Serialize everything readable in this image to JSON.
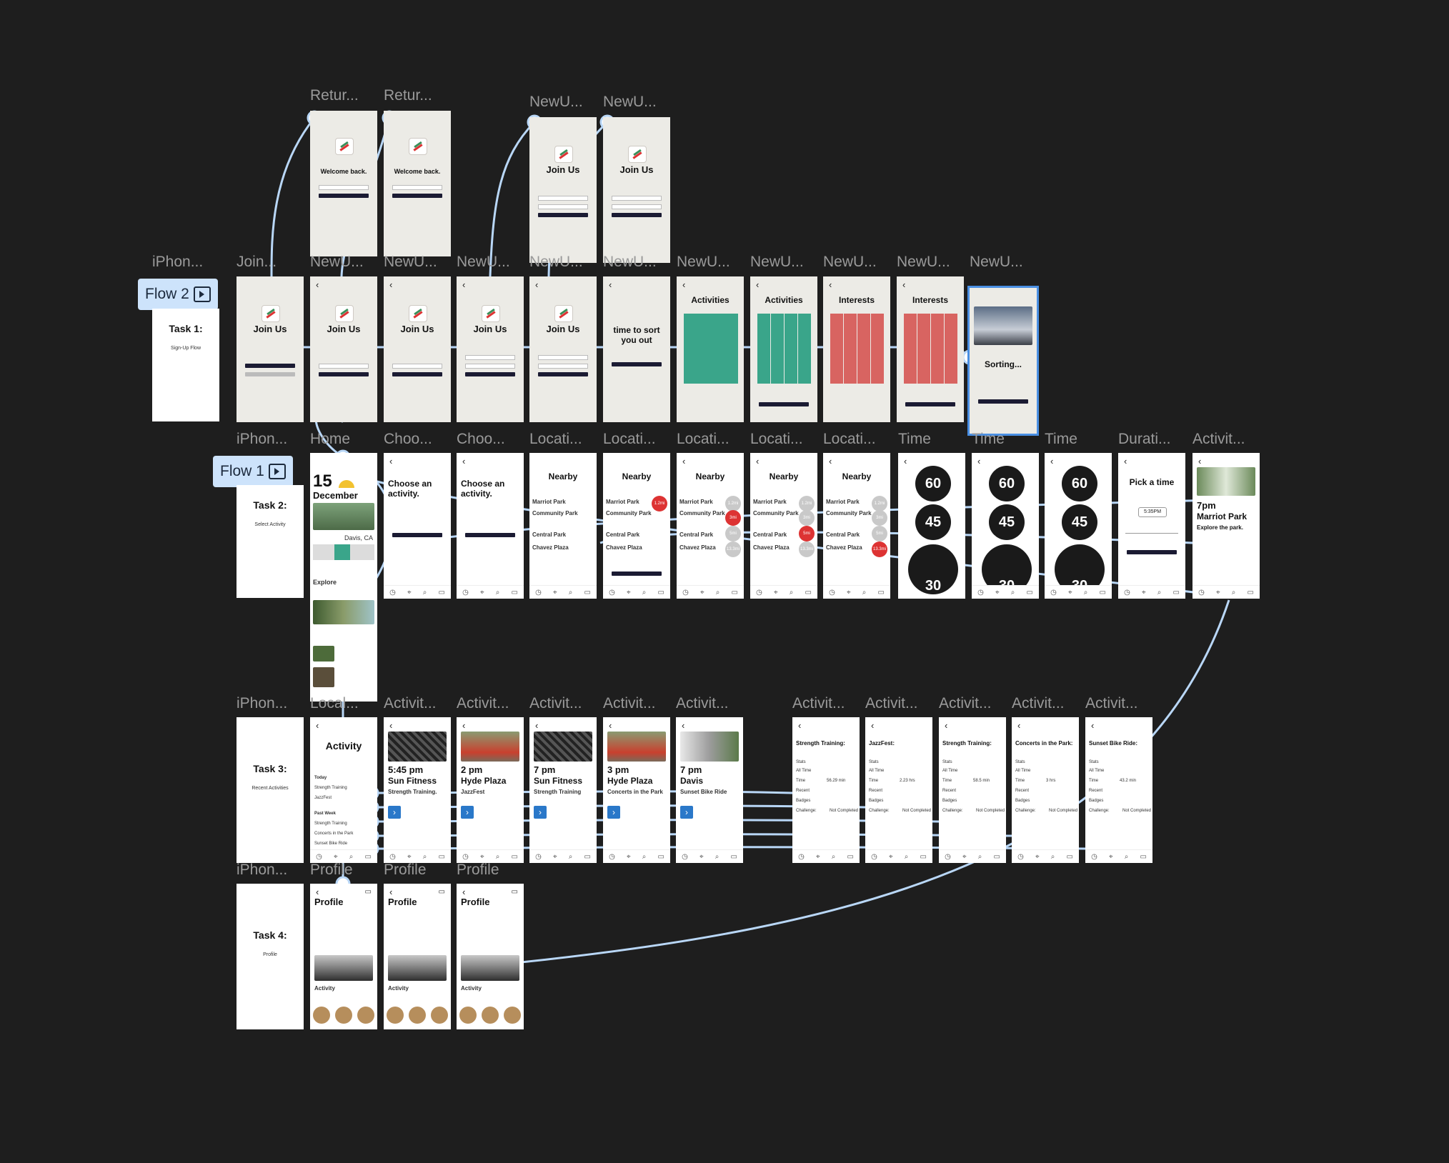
{
  "flows": [
    {
      "label": "Flow 2"
    },
    {
      "label": "Flow 1"
    }
  ],
  "tasks": [
    {
      "title": "Task 1:",
      "subtitle": "Sign-Up Flow"
    },
    {
      "title": "Task 2:",
      "subtitle": "Select Activity"
    },
    {
      "title": "Task 3:",
      "subtitle": "Recent Activities"
    },
    {
      "title": "Task 4:",
      "subtitle": "Profile"
    }
  ],
  "frame_labels": {
    "returning": [
      "Retur...",
      "Retur..."
    ],
    "new_top": [
      "NewU...",
      "NewU..."
    ],
    "row2": [
      "iPhon...",
      "Join...",
      "NewU...",
      "NewU...",
      "NewU...",
      "NewU...",
      "NewU...",
      "NewU...",
      "NewU...",
      "NewU...",
      "NewU...",
      "NewU..."
    ],
    "row3": [
      "iPhon...",
      "Home",
      "Choo...",
      "Choo...",
      "Locati...",
      "Locati...",
      "Locati...",
      "Locati...",
      "Locati...",
      "Time",
      "Time",
      "Time",
      "Durati...",
      "Activit..."
    ],
    "row4": [
      "iPhon...",
      "Local...",
      "Activit...",
      "Activit...",
      "Activit...",
      "Activit...",
      "Activit...",
      "Activit...",
      "Activit...",
      "Activit...",
      "Activit...",
      "Activit..."
    ],
    "row5": [
      "iPhon...",
      "Profile",
      "Profile",
      "Profile"
    ]
  },
  "screens": {
    "welcome_back": "Welcome back.",
    "join_us": "Join Us",
    "time_to_sort": "time to sort you out",
    "activities": "Activities",
    "interests": "Interests",
    "sorting": "Sorting...",
    "home_day": "15",
    "home_month": "December",
    "home_explore": "Explore",
    "home_location": "Davis, CA",
    "choose_activity": "Choose an activity.",
    "nearby": "Nearby",
    "places": [
      "Marriot Park",
      "Community Park",
      "Central Park",
      "Chavez Plaza"
    ],
    "distances": [
      "1.2mi",
      "3mi",
      "5mi",
      "13.3mi"
    ],
    "dial_values": [
      "60",
      "45",
      "30"
    ],
    "pick_time": "Pick a time",
    "picked_time": "5:35PM",
    "result_time": "7pm",
    "result_place": "Marriot Park",
    "result_sub": "Explore the park.",
    "activity_title": "Activity",
    "activity_today": "Today",
    "activity_past": "Past Week",
    "activity_items": [
      "Strength Training",
      "JazzFest",
      "Strength Training",
      "Concerts in the Park",
      "Sunset Bike Ride"
    ],
    "cards": [
      {
        "time": "5:45 pm",
        "place": "Sun Fitness",
        "sub": "Strength Training."
      },
      {
        "time": "2 pm",
        "place": "Hyde Plaza",
        "sub": "JazzFest"
      },
      {
        "time": "7 pm",
        "place": "Sun Fitness",
        "sub": "Strength Training"
      },
      {
        "time": "3 pm",
        "place": "Hyde Plaza",
        "sub": "Concerts in the Park"
      },
      {
        "time": "7 pm",
        "place": "Davis",
        "sub": "Sunset Bike Ride"
      }
    ],
    "stats": [
      {
        "title": "Strength Training:",
        "time": "56.29 min",
        "challenge": "Not Completed"
      },
      {
        "title": "JazzFest:",
        "time": "2.23 hrs",
        "challenge": "Not Completed"
      },
      {
        "title": "Strength Training:",
        "time": "58.5 min",
        "challenge": "Not Completed"
      },
      {
        "title": "Concerts in the Park:",
        "time": "3 hrs",
        "challenge": "Not Completed"
      },
      {
        "title": "Sunset Bike Ride:",
        "time": "43.2 min",
        "challenge": "Not Completed"
      }
    ],
    "stat_labels": {
      "stats": "Stats",
      "all_time": "All Time",
      "time": "Time",
      "recent": "Recent",
      "badges": "Badges",
      "challenge": "Challenge:"
    },
    "profile": "Profile",
    "profile_activity": "Activity"
  },
  "colors": {
    "canvas": "#1e1e1e",
    "wire": "#b9d7f7",
    "flow_pill": "#cde3fb",
    "teal": "#3aa58a",
    "coral": "#d86461",
    "select": "#4a8fe3"
  }
}
